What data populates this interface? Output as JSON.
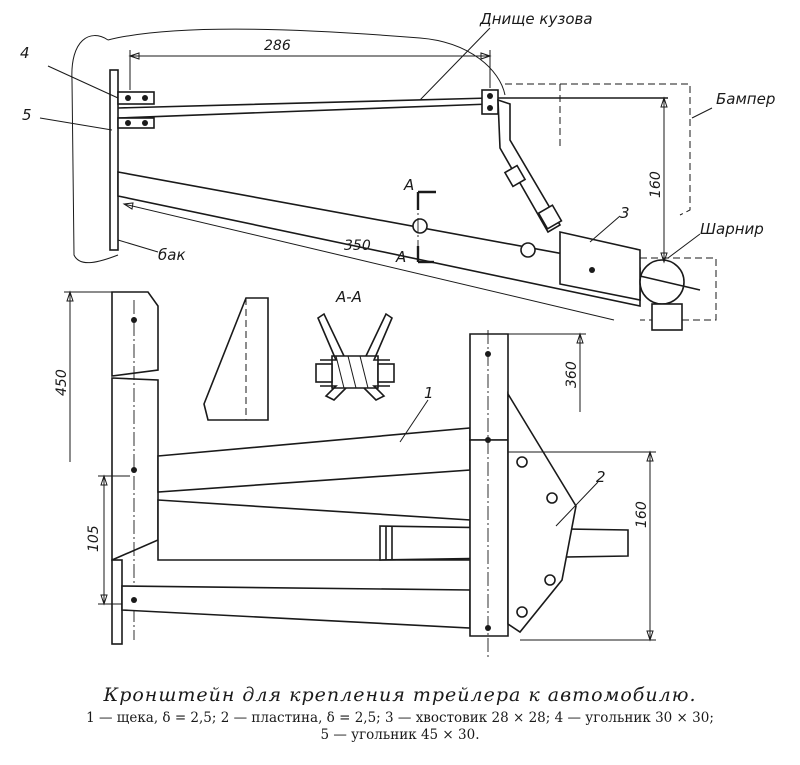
{
  "labels": {
    "body_floor": "Днище кузова",
    "bumper": "Бампер",
    "tank": "бак",
    "hinge": "Шарнир",
    "section": "А-А",
    "section_mark": "А"
  },
  "part_numbers": {
    "p1": "1",
    "p2": "2",
    "p3": "3",
    "p4": "4",
    "p5": "5"
  },
  "dimensions": {
    "d286": "286",
    "d160_top": "160",
    "d350": "350",
    "d450": "450",
    "d360": "360",
    "d105": "105",
    "d160_bottom": "160"
  },
  "caption": {
    "title": "Кронштейн для крепления трейлера к автомобилю.",
    "legend_line1": "1 — щека,  δ = 2,5;  2 — пластина,  δ = 2,5;  3 — хвостовик  28 × 28;  4 — угольник  30 × 30;",
    "legend_line2": "5 — угольник  45 × 30."
  }
}
